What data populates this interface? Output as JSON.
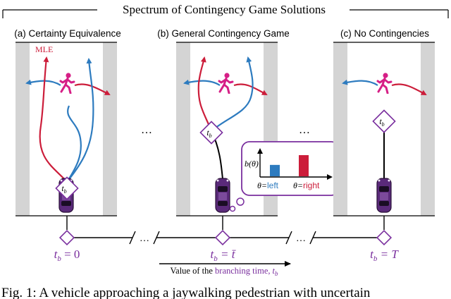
{
  "title": "Spectrum of Contingency Game Solutions",
  "colors": {
    "purple": "#7a2f9e",
    "red": "#cc1d3a",
    "blue": "#2d7bbf",
    "lane": "#d4d4d4",
    "pedestrian": "#d61f86",
    "car": "#5a2a7a"
  },
  "panels": {
    "a": {
      "label": "(a) Certainty Equivalence",
      "mle_label": "MLE",
      "tb_label": "t",
      "tb_sub": "b"
    },
    "b": {
      "label": "(b) General Contingency Game",
      "tb_label": "t",
      "tb_sub": "b"
    },
    "c": {
      "label": "(c) No Contingencies",
      "tb_label": "t",
      "tb_sub": "b"
    }
  },
  "ellipsis": "…",
  "belief": {
    "ylabel": "b(θ)",
    "left_label": "θ=left",
    "right_label": "θ=right",
    "values": {
      "left": 0.35,
      "right": 0.65
    },
    "left_theta": "θ=",
    "left_word": "left",
    "right_theta": "θ=",
    "right_word": "right"
  },
  "timeline": {
    "labels": [
      "t_b = 0",
      "t_b = t̄",
      "t_b = T"
    ],
    "l0_main": "t",
    "l0_sub": "b",
    "l0_rest": " = 0",
    "l1_main": "t",
    "l1_sub": "b",
    "l1_rest": " = t̄",
    "l2_main": "t",
    "l2_sub": "b",
    "l2_rest": " = T"
  },
  "axis_caption": {
    "prefix": "Value of the ",
    "highlight": "branching time,",
    "symbol": "t",
    "sub": "b"
  },
  "caption": "Fig. 1: A vehicle approaching a jaywalking pedestrian with uncertain"
}
